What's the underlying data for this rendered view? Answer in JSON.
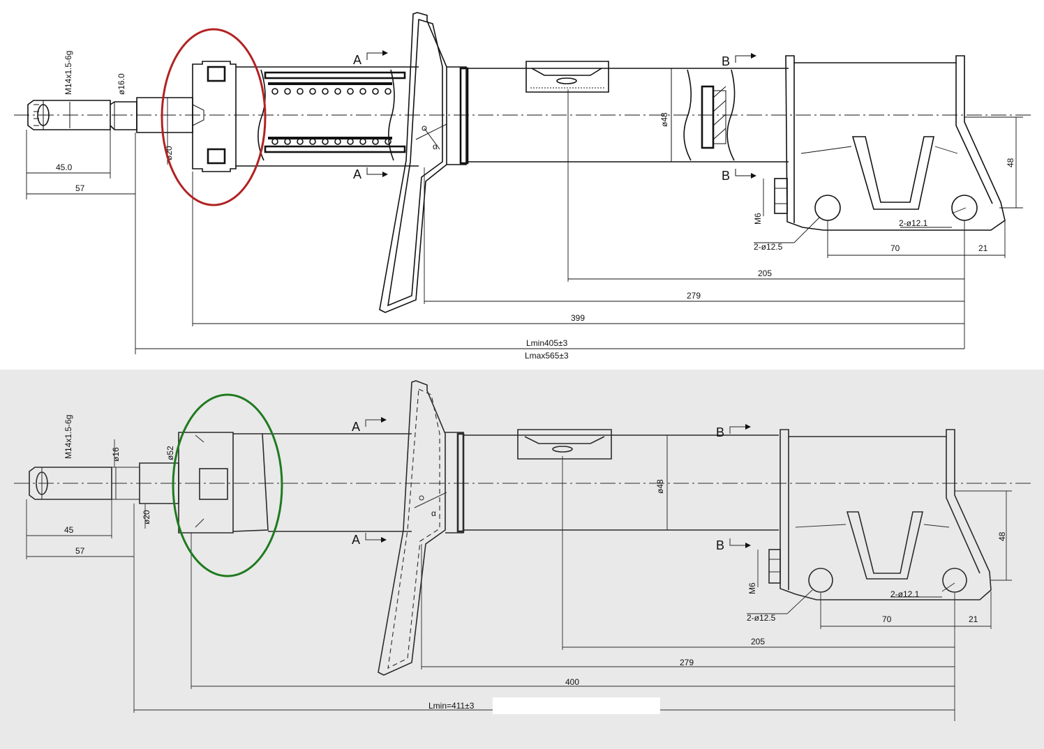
{
  "drawing_top": {
    "thread_label": "M14x1.5-6g",
    "rod_dia_label": "ø16.0",
    "body_dia_label": "ø20",
    "tube_dia_label": "ø48",
    "section_a_top": "A",
    "section_a_bottom": "A",
    "section_b_top": "B",
    "section_b_bottom": "B",
    "angle_label": "α",
    "dim_45": "45.0",
    "dim_57": "57",
    "dim_48": "48",
    "bolt_label": "M6",
    "hole_upper_label": "2-ø12.1",
    "hole_lower_label": "2-ø12.5",
    "dim_70": "70",
    "dim_21": "21",
    "dim_205": "205",
    "dim_279": "279",
    "dim_399": "399",
    "lmin_label": "Lmin405±3",
    "lmax_label": "Lmax565±3",
    "highlight_color": "#b22222"
  },
  "drawing_bottom": {
    "thread_label": "M14x1.5-6g",
    "rod_dia_label": "ø16",
    "body_dia_label": "ø20",
    "collar_dia_label": "ø52",
    "tube_dia_label": "ø48",
    "section_a_top": "A",
    "section_a_bottom": "A",
    "section_b_top": "B",
    "section_b_bottom": "B",
    "angle_label": "α",
    "dim_45": "45",
    "dim_57": "57",
    "dim_48": "48",
    "bolt_label": "M6",
    "hole_upper_label": "2-ø12.1",
    "hole_lower_label": "2-ø12.5",
    "dim_70": "70",
    "dim_21": "21",
    "dim_205": "205",
    "dim_279": "279",
    "dim_400": "400",
    "lmin_label": "Lmin=411±3",
    "highlight_color": "#1f7a1f"
  }
}
